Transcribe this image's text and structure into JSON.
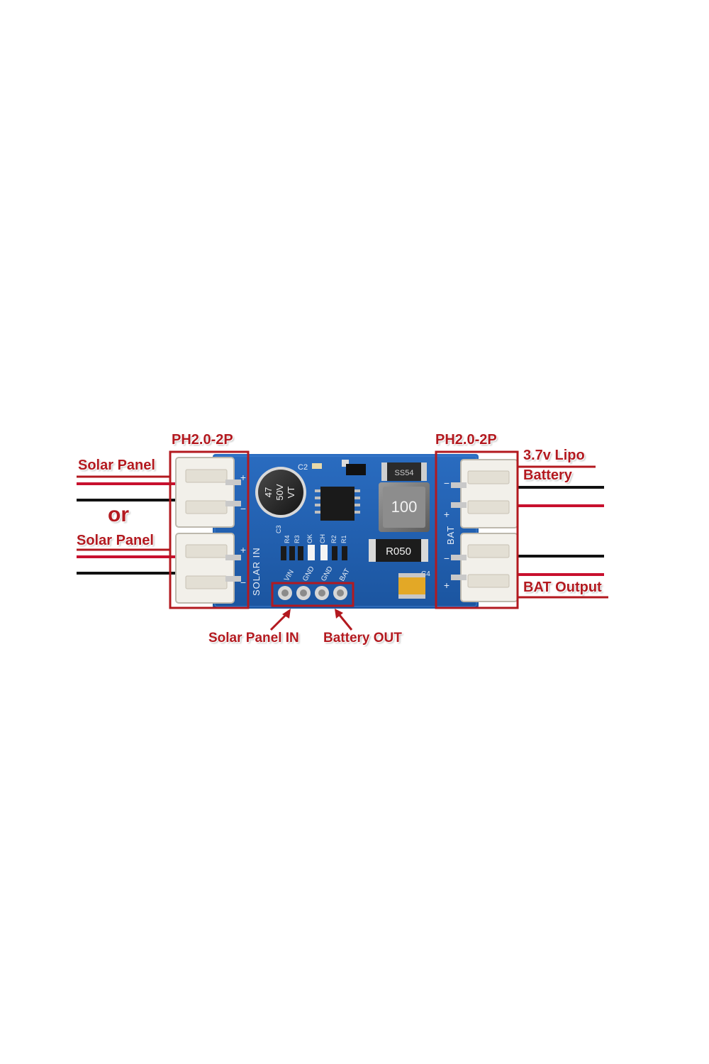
{
  "colors": {
    "annotation_red": "#b3191f",
    "pcb_blue": "#1f5fae",
    "silkscreen": "#e8eef6",
    "connector_white": "#f2f0ea",
    "wire_black": "#111111",
    "wire_red": "#c8102e"
  },
  "labels": {
    "left_connector_type": "PH2.0-2P",
    "right_connector_type": "PH2.0-2P",
    "solar_panel_top": "Solar Panel",
    "or_word": "or",
    "solar_panel_bottom": "Solar Panel",
    "lipo_battery_line1": "3.7v Lipo",
    "lipo_battery_line2": "Battery",
    "bat_output": "BAT Output",
    "solar_panel_in": "Solar Panel IN",
    "battery_out": "Battery OUT"
  },
  "board": {
    "solar_in_label": "SOLAR IN",
    "bat_label": "BAT",
    "capacitor_big": {
      "line1": "47",
      "line2": "50V",
      "line3": "VT"
    },
    "c2_label": "C2",
    "c3_label": "C3",
    "c4_label": "C4",
    "inductor_label": "100",
    "resistor_label": "R050",
    "diode_label": "SS54",
    "resistor_refs": [
      "R4",
      "R3",
      "OK",
      "CH",
      "R2",
      "R1"
    ],
    "header_pins": [
      "VIN",
      "GND",
      "GND",
      "BAT"
    ],
    "plus_sign": "+",
    "minus_sign": "−"
  }
}
